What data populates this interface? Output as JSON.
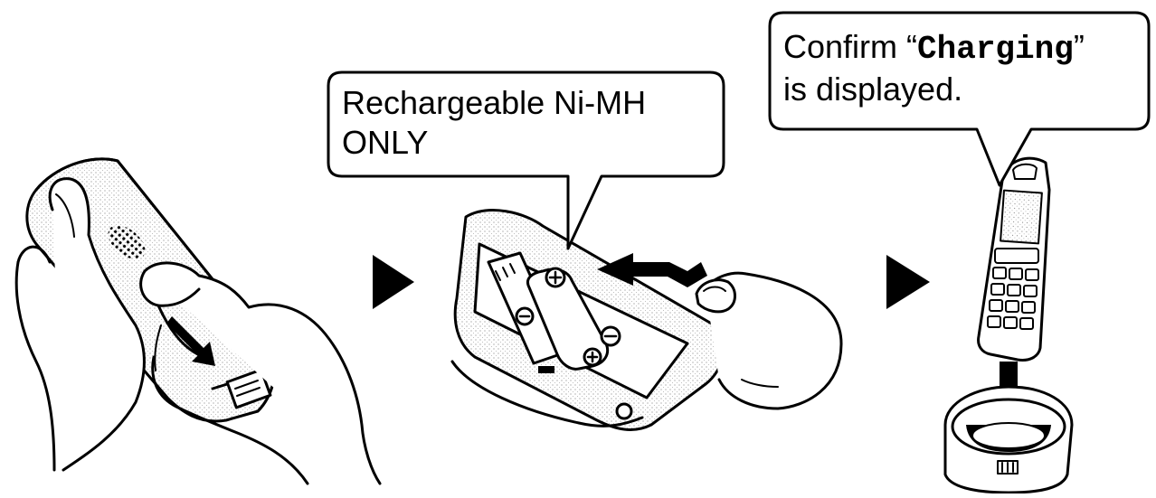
{
  "steps": [
    {
      "id": "open-cover",
      "illustration": "hands sliding the battery cover off the handset"
    },
    {
      "id": "insert-batteries",
      "illustration": "finger inserting rechargeable batteries into the handset",
      "callout": {
        "line1": "Rechargeable Ni-MH",
        "line2": "ONLY"
      }
    },
    {
      "id": "charge",
      "illustration": "handset being placed into the charger",
      "callout": {
        "line1_prefix": "Confirm “",
        "line1_code": "Charging",
        "line1_suffix": "”",
        "line2": "is displayed."
      }
    }
  ],
  "arrow_icon": "play-triangle-icon",
  "colors": {
    "ink": "#000000",
    "paper": "#ffffff",
    "shade": "#d8d8d8"
  }
}
